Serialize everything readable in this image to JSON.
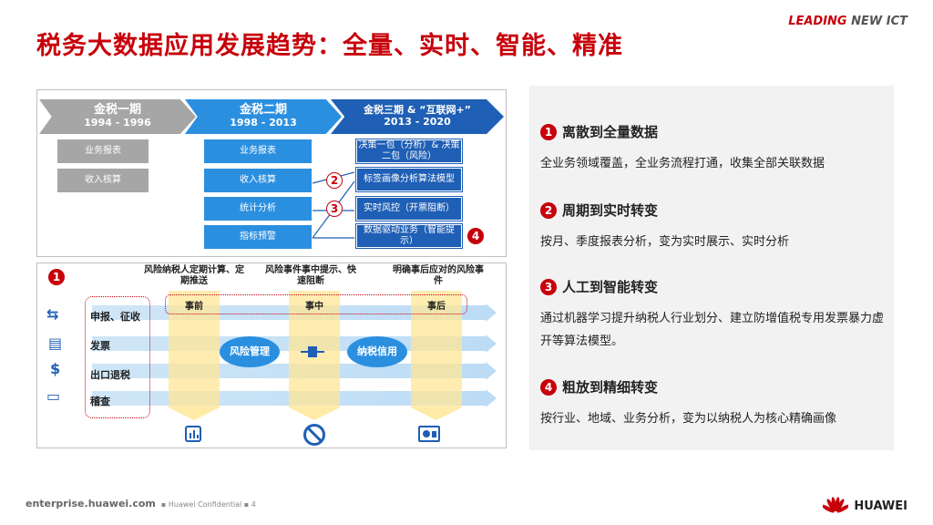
{
  "header": {
    "title": "税务大数据应用发展趋势：全量、实时、智能、精准",
    "brand_leading": "LEADING",
    "brand_new_ict": "NEW ICT"
  },
  "phases": [
    {
      "name": "金税一期",
      "years": "1994 - 1996"
    },
    {
      "name": "金税二期",
      "years": "1998 - 2013"
    },
    {
      "name": "金税三期 & “互联网+”",
      "years": "2013 - 2020"
    }
  ],
  "phase1_boxes": [
    "业务报表",
    "收入核算"
  ],
  "phase2_boxes": [
    "业务报表",
    "收入核算",
    "统计分析",
    "指标预警"
  ],
  "phase3_boxes": [
    "决策一包（分析）& 决策二包（风险）",
    "标签画像分析算法模型",
    "实时风控（开票阻断）",
    "数据驱动业务（智能提示）"
  ],
  "markers": [
    "1",
    "2",
    "3",
    "4"
  ],
  "timeline": {
    "col_headers": [
      "风险纳税人定期计算、定期推送",
      "风险事件事中提示、快速阻断",
      "明确事后应对的风险事件"
    ],
    "col_tags": [
      "事前",
      "事中",
      "事后"
    ],
    "rows": [
      "申报、征收",
      "发票",
      "出口退税",
      "稽查"
    ],
    "ovals": [
      "风险管理",
      "纳税信用"
    ],
    "row_icons": [
      "tax-form-icon",
      "invoice-printer-icon",
      "dollar-icon",
      "audit-screen-icon"
    ],
    "col_icons": [
      "chart-icon",
      "block-icon",
      "dashboard-icon"
    ]
  },
  "right_sections": [
    {
      "num": "1",
      "heading": "离散到全量数据",
      "text": "全业务领域覆盖，全业务流程打通，收集全部关联数据"
    },
    {
      "num": "2",
      "heading": "周期到实时转变",
      "text": "按月、季度报表分析，变为实时展示、实时分析"
    },
    {
      "num": "3",
      "heading": "人工到智能转变",
      "text": "通过机器学习提升纳税人行业划分、建立防增值税专用发票暴力虚开等算法模型。"
    },
    {
      "num": "4",
      "heading": "粗放到精细转变",
      "text": "按行业、地域、业务分析，变为以纳税人为核心精确画像"
    }
  ],
  "footer": {
    "url": "enterprise.huawei.com",
    "confidential": "▪ Huawei Confidential ▪ 4",
    "logo": "HUAWEI"
  },
  "colors": {
    "accent": "#c7000b",
    "blue": "#2b8fe0",
    "dark_blue": "#1f5fb5",
    "gray": "#a6a6a6"
  }
}
